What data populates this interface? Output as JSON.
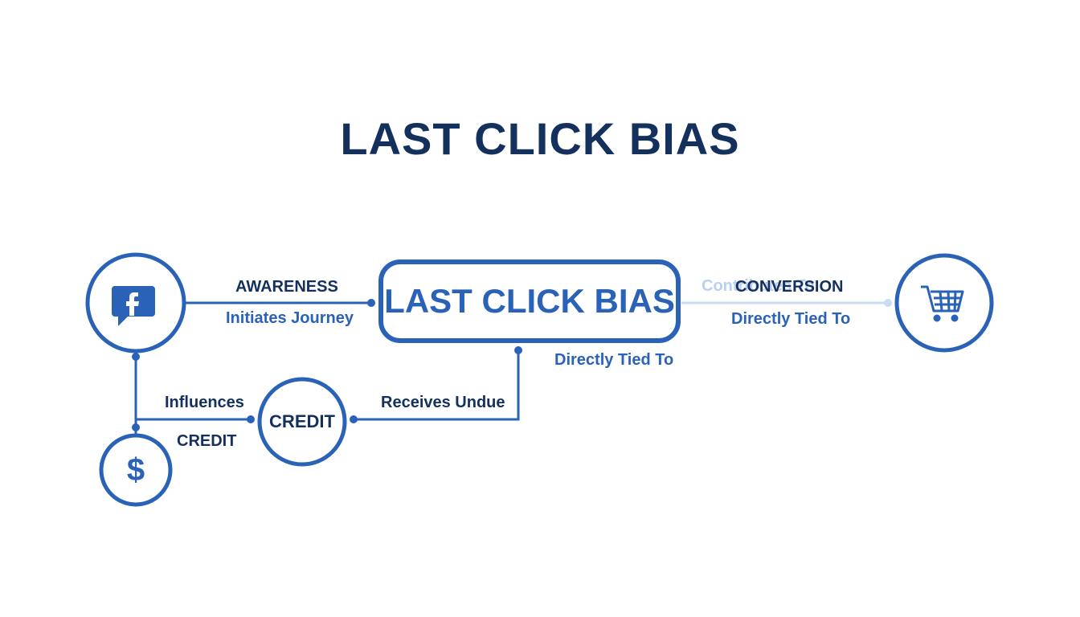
{
  "title": "LAST CLICK BIAS",
  "center_box": {
    "label": "LAST CLICK BIAS"
  },
  "nodes": {
    "facebook": {
      "icon": "facebook-icon"
    },
    "dollar": {
      "icon": "dollar-icon",
      "glyph": "$"
    },
    "credit": {
      "label": "CREDIT"
    },
    "cart": {
      "icon": "shopping-cart-icon"
    }
  },
  "edges": {
    "awareness_label": "AWARENESS",
    "awareness_sub": "Initiates Journey",
    "conversion_ghost": "Contributes To",
    "conversion_label": "CONVERSION",
    "conversion_sub": "Directly Tied To",
    "box_below": "Directly Tied To",
    "influences": "Influences",
    "credit_label": "CREDIT",
    "receives": "Receives Undue"
  },
  "colors": {
    "dark_navy": "#14305c",
    "primary_blue": "#2a62b8",
    "faded_blue": "#b9d0ee"
  }
}
